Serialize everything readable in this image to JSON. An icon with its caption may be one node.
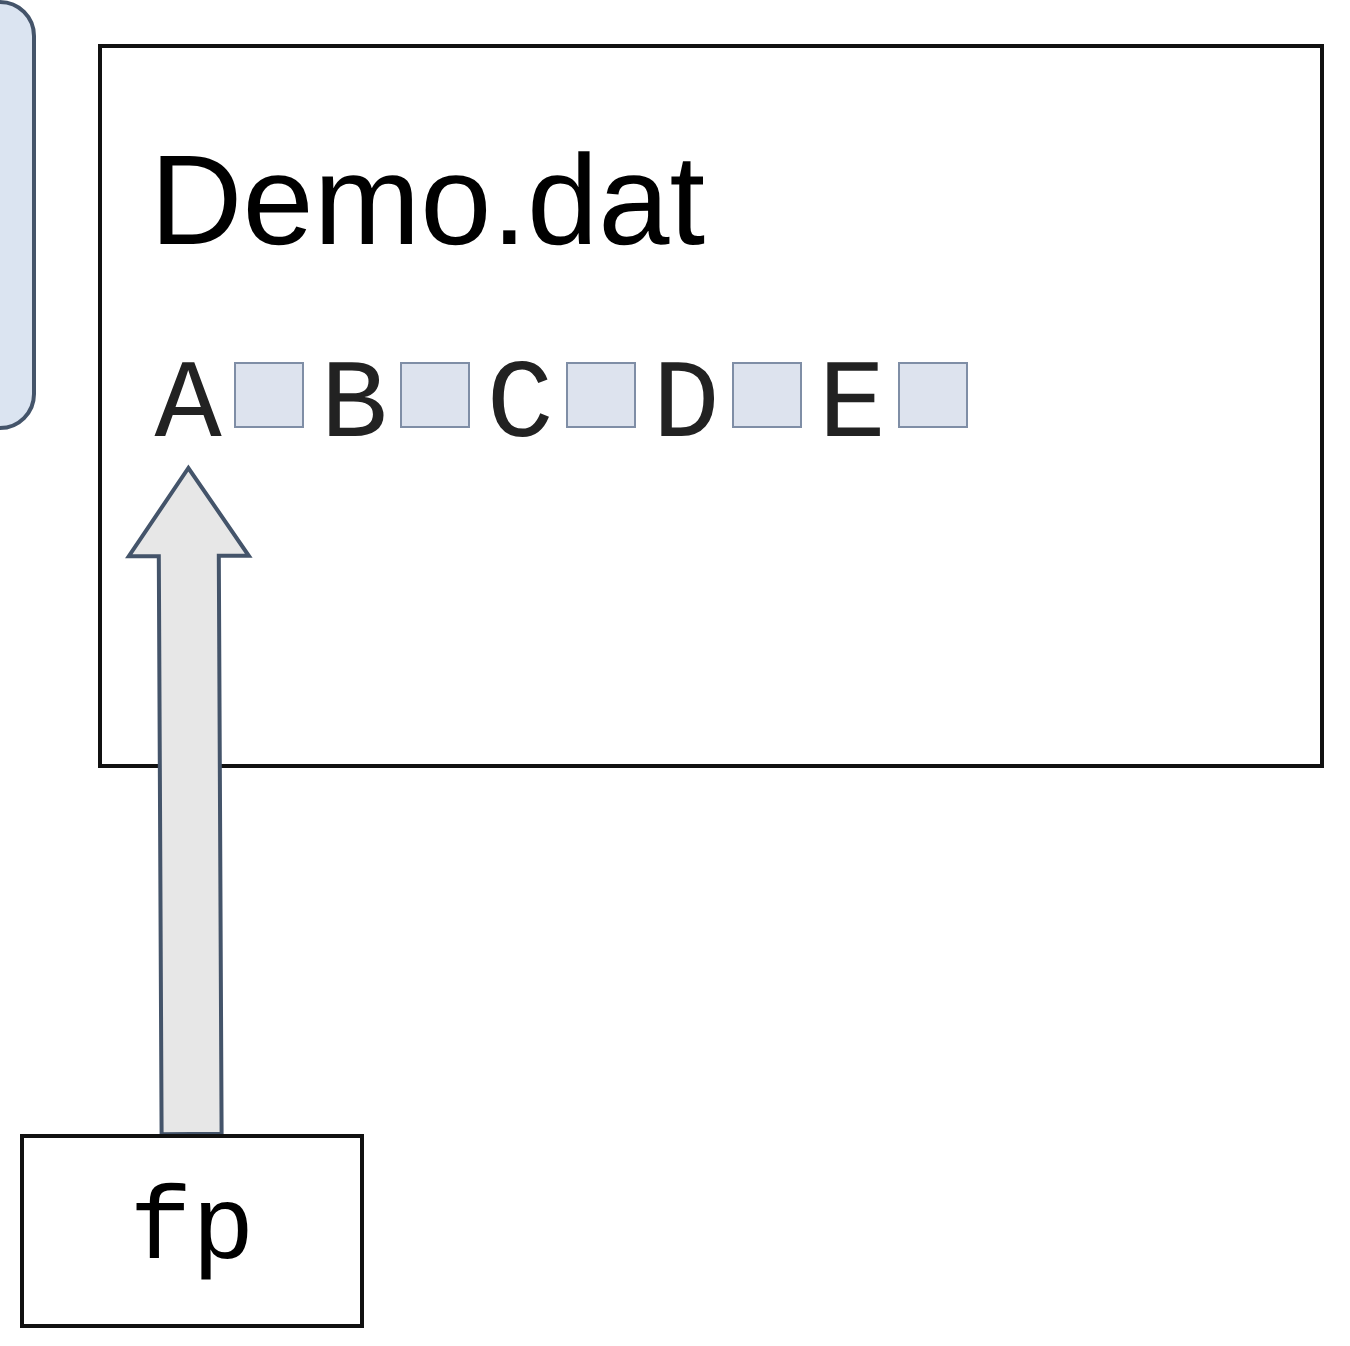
{
  "diagram": {
    "nodes": [
      {
        "text": [],
        "shape": "box"
      },
      {
        "text": [
          "Demo.dat"
        ]
      },
      {
        "text": [
          "A"
        ],
        "in": 1
      },
      {
        "text": [
          "B"
        ],
        "in": 1
      },
      {
        "text": [
          "C"
        ],
        "in": 1
      },
      {
        "text": [
          "D"
        ],
        "in": 1
      },
      {
        "text": [
          "E"
        ],
        "in": 1
      },
      {
        "text": [
          "fp"
        ]
      }
    ],
    "edges": [
      {
        "from": 7,
        "to": 2,
        "arrow": "to",
        "style": "thick"
      }
    ]
  }
}
